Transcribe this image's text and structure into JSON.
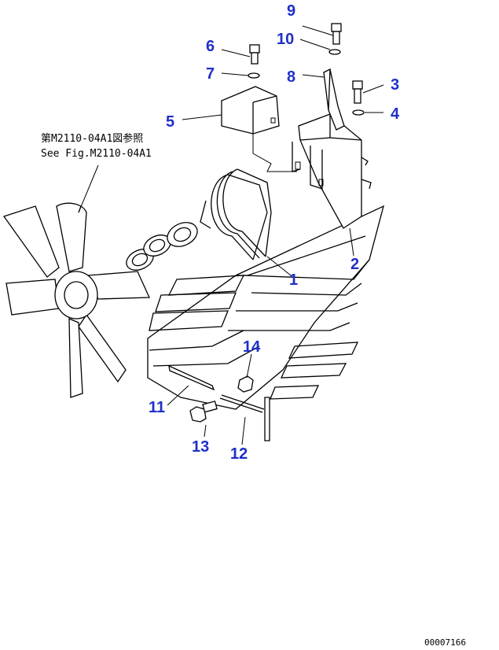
{
  "reference": {
    "line_jp": "第M2110-04A1図参照",
    "line_en": "See Fig.M2110-04A1"
  },
  "callouts": [
    "1",
    "2",
    "3",
    "4",
    "5",
    "6",
    "7",
    "8",
    "9",
    "10",
    "11",
    "12",
    "13",
    "14"
  ],
  "figure_code": "00007166",
  "colors": {
    "callout": "#1f2fc8",
    "line": "#000000",
    "background": "#ffffff"
  }
}
